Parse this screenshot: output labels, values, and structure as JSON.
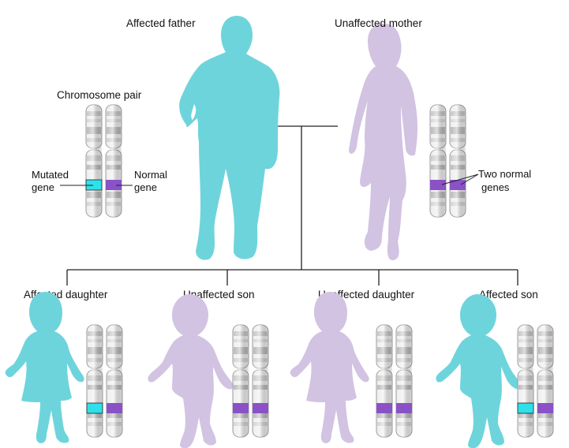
{
  "labels": {
    "father": "Affected father",
    "mother": "Unaffected mother",
    "chromosome_pair": "Chromosome pair",
    "mutated_1": "Mutated",
    "mutated_2": "gene",
    "normal_1": "Normal",
    "normal_2": "gene",
    "two_normal_1": "Two normal",
    "two_normal_2": "genes",
    "daughter_affected": "Affected daughter",
    "son_unaffected": "Unaffected son",
    "daughter_unaffected": "Unaffected daughter",
    "son_affected": "Affected son"
  },
  "colors": {
    "affected": "#6ed4dc",
    "unaffected": "#d2c3e2",
    "mutated_gene": "#2fe0ea",
    "normal_gene": "#8a52c6",
    "chromosome_light": "#ececec",
    "chromosome_dark": "#b9b9b9",
    "line": "#222222"
  },
  "icons": {
    "father": "adult-man-silhouette",
    "mother": "adult-woman-silhouette",
    "children": "toddler-silhouette"
  }
}
